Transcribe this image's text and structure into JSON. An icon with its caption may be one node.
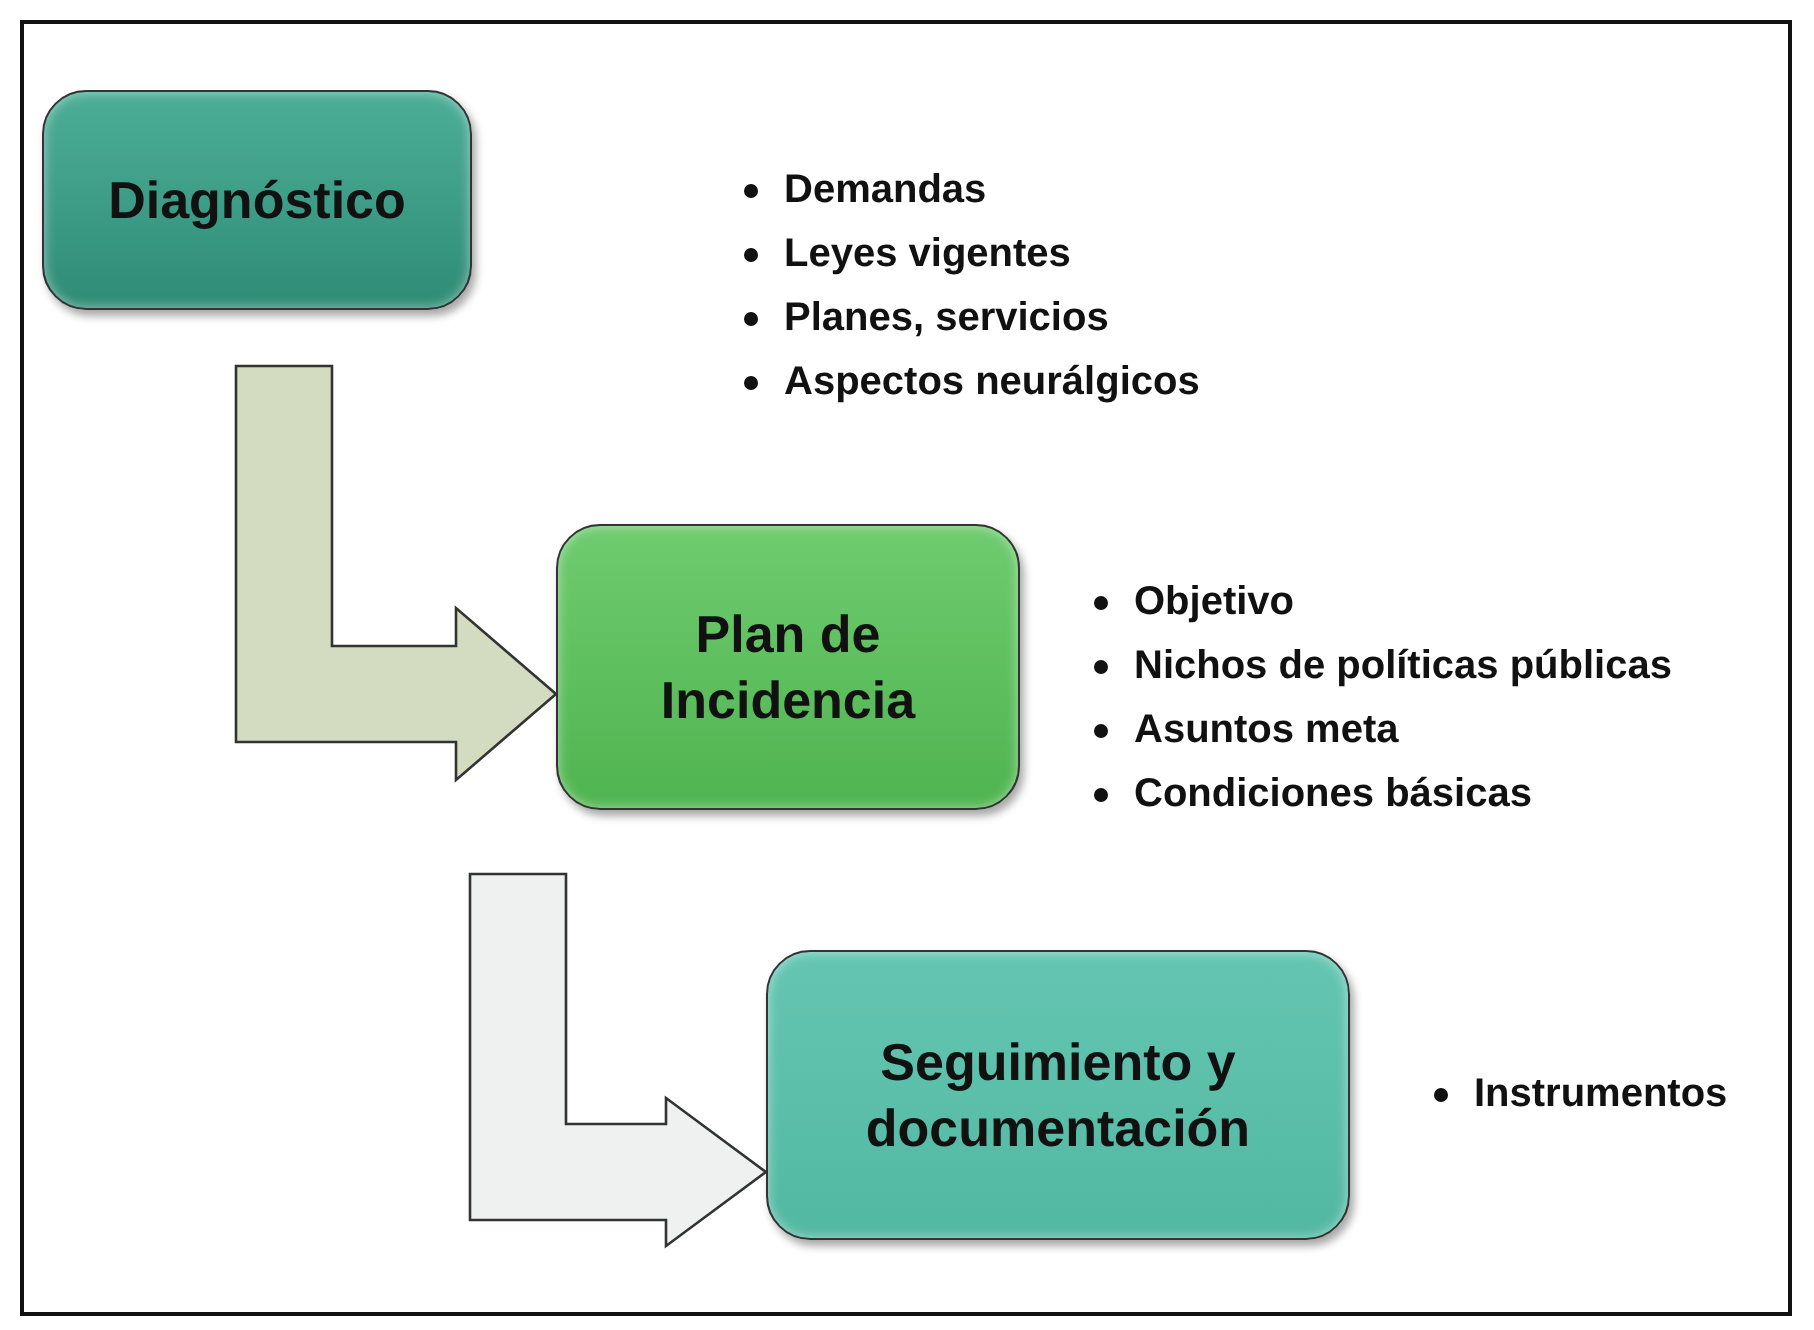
{
  "diagram": {
    "nodes": [
      {
        "text": [
          "Diagnóstico"
        ],
        "beside": [
          "Demandas",
          "Leyes vigentes",
          "Planes, servicios",
          "Aspectos neurálgicos"
        ]
      },
      {
        "text": [
          "Plan de Incidencia"
        ],
        "beside": [
          "Objetivo",
          "Nichos de políticas públicas",
          "Asuntos meta",
          "Condiciones básicas"
        ]
      },
      {
        "text": [
          "Seguimiento y documentación"
        ],
        "beside": [
          "Instrumentos"
        ]
      }
    ],
    "edges": [
      {
        "from": 0,
        "to": 1,
        "arrow": "to",
        "style": "thick",
        "color": "#d3dcc1"
      },
      {
        "from": 1,
        "to": 2,
        "arrow": "to",
        "style": "thick",
        "color": "#eef1ef"
      }
    ]
  }
}
